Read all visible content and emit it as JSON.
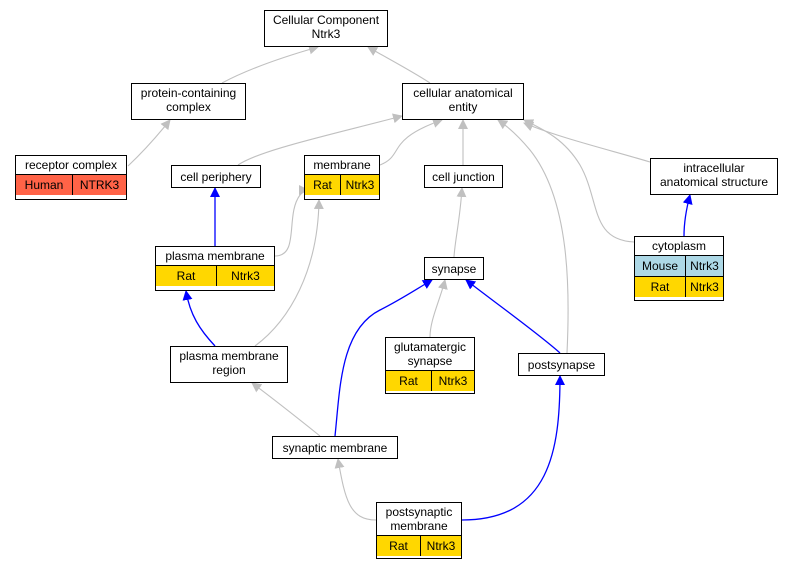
{
  "colors": {
    "Human": "#ff6347",
    "Rat": "#ffd700",
    "Mouse": "#add8e6",
    "is_a_edge": "#c0c0c0",
    "part_of_edge": "#0000ff"
  },
  "nodes": {
    "root": {
      "title": "Cellular Component\nNtrk3"
    },
    "cae": {
      "title": "cellular anatomical\nentity"
    },
    "pcc": {
      "title": "protein-containing\ncomplex"
    },
    "rc": {
      "title": "receptor complex",
      "annotations": [
        {
          "org": "Human",
          "gene": "NTRK3"
        }
      ]
    },
    "cp": {
      "title": "cell periphery"
    },
    "mem": {
      "title": "membrane",
      "annotations": [
        {
          "org": "Rat",
          "gene": "Ntrk3"
        }
      ]
    },
    "cj": {
      "title": "cell junction"
    },
    "ias": {
      "title": "intracellular\nanatomical structure"
    },
    "pm": {
      "title": "plasma membrane",
      "annotations": [
        {
          "org": "Rat",
          "gene": "Ntrk3"
        }
      ]
    },
    "cyto": {
      "title": "cytoplasm",
      "annotations": [
        {
          "org": "Mouse",
          "gene": "Ntrk3"
        },
        {
          "org": "Rat",
          "gene": "Ntrk3"
        }
      ]
    },
    "syn": {
      "title": "synapse"
    },
    "pmr": {
      "title": "plasma membrane\nregion"
    },
    "gs": {
      "title": "glutamatergic\nsynapse",
      "annotations": [
        {
          "org": "Rat",
          "gene": "Ntrk3"
        }
      ]
    },
    "ps": {
      "title": "postsynapse"
    },
    "sm": {
      "title": "synaptic membrane"
    },
    "psm": {
      "title": "postsynaptic\nmembrane",
      "annotations": [
        {
          "org": "Rat",
          "gene": "Ntrk3"
        }
      ]
    }
  },
  "edges": [
    {
      "from": "pcc",
      "to": "root",
      "type": "is_a"
    },
    {
      "from": "cae",
      "to": "root",
      "type": "is_a"
    },
    {
      "from": "rc",
      "to": "pcc",
      "type": "is_a"
    },
    {
      "from": "cp",
      "to": "cae",
      "type": "is_a"
    },
    {
      "from": "mem",
      "to": "cae",
      "type": "is_a"
    },
    {
      "from": "cj",
      "to": "cae",
      "type": "is_a"
    },
    {
      "from": "ias",
      "to": "cae",
      "type": "is_a"
    },
    {
      "from": "cyto",
      "to": "cae",
      "type": "is_a"
    },
    {
      "from": "ps",
      "to": "cae",
      "type": "is_a"
    },
    {
      "from": "pm",
      "to": "cp",
      "type": "part_of"
    },
    {
      "from": "pm",
      "to": "mem",
      "type": "is_a"
    },
    {
      "from": "pmr",
      "to": "mem",
      "type": "is_a"
    },
    {
      "from": "cyto",
      "to": "ias",
      "type": "part_of"
    },
    {
      "from": "syn",
      "to": "cj",
      "type": "is_a"
    },
    {
      "from": "pmr",
      "to": "pm",
      "type": "part_of"
    },
    {
      "from": "gs",
      "to": "syn",
      "type": "is_a"
    },
    {
      "from": "ps",
      "to": "syn",
      "type": "part_of"
    },
    {
      "from": "sm",
      "to": "syn",
      "type": "part_of"
    },
    {
      "from": "sm",
      "to": "pmr",
      "type": "is_a"
    },
    {
      "from": "psm",
      "to": "sm",
      "type": "is_a"
    },
    {
      "from": "psm",
      "to": "ps",
      "type": "part_of"
    }
  ]
}
